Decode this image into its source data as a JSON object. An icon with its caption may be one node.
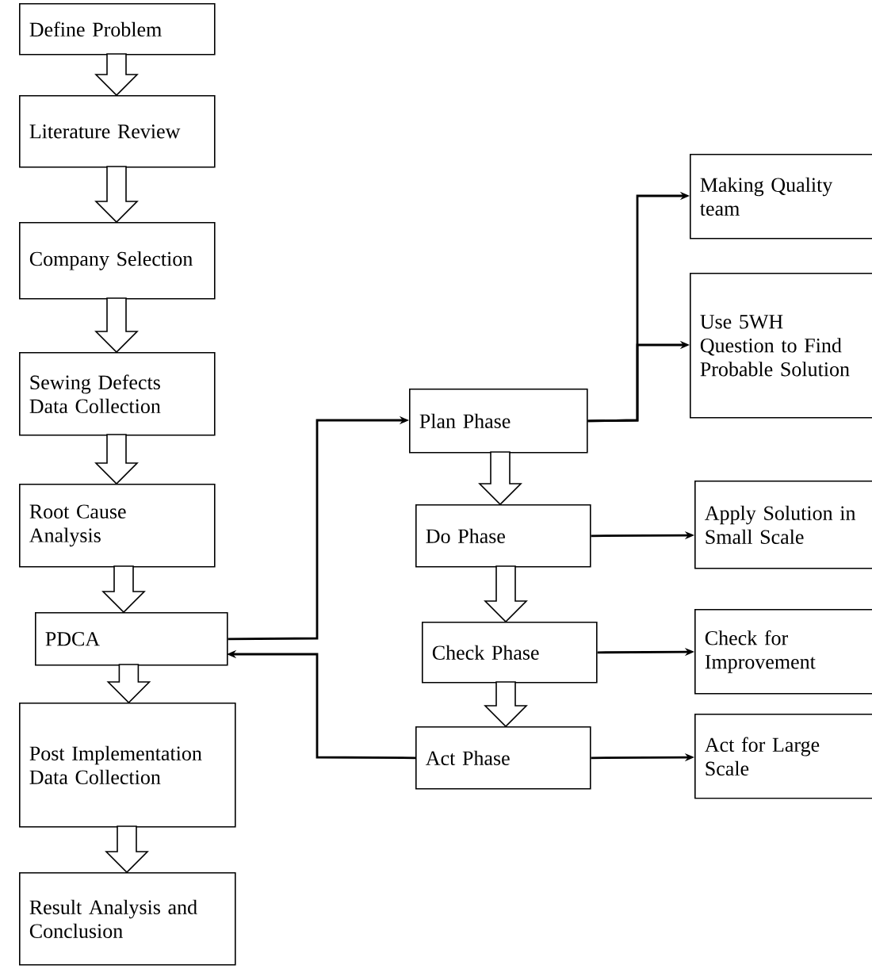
{
  "diagram": {
    "nodes": [
      {
        "text": [
          "Define Problem"
        ]
      },
      {
        "text": [
          "Literature Review"
        ]
      },
      {
        "text": [
          "Company Selection"
        ]
      },
      {
        "text": [
          "Sewing Defects Data Collection"
        ]
      },
      {
        "text": [
          "Root Cause Analysis"
        ]
      },
      {
        "text": [
          "PDCA"
        ]
      },
      {
        "text": [
          "Post Implementation Data Collection"
        ]
      },
      {
        "text": [
          "Result Analysis and Conclusion"
        ]
      },
      {
        "text": [
          "Plan Phase"
        ]
      },
      {
        "text": [
          "Do Phase"
        ]
      },
      {
        "text": [
          "Check Phase"
        ]
      },
      {
        "text": [
          "Act Phase"
        ]
      },
      {
        "text": [
          "Making Quality team"
        ]
      },
      {
        "text": [
          "Use 5WH Question to Find Probable Solution"
        ]
      },
      {
        "text": [
          "Apply Solution in Small Scale"
        ]
      },
      {
        "text": [
          "Check for Improvement"
        ]
      },
      {
        "text": [
          "Act for Large Scale"
        ]
      }
    ],
    "edges": [
      {
        "from": 0,
        "to": 1,
        "arrow": "to"
      },
      {
        "from": 1,
        "to": 2,
        "arrow": "to"
      },
      {
        "from": 2,
        "to": 3,
        "arrow": "to"
      },
      {
        "from": 3,
        "to": 4,
        "arrow": "to"
      },
      {
        "from": 4,
        "to": 5,
        "arrow": "to"
      },
      {
        "from": 5,
        "to": 6,
        "arrow": "to"
      },
      {
        "from": 6,
        "to": 7,
        "arrow": "to"
      },
      {
        "from": 8,
        "to": 9,
        "arrow": "to"
      },
      {
        "from": 9,
        "to": 10,
        "arrow": "to"
      },
      {
        "from": 10,
        "to": 11,
        "arrow": "to"
      },
      {
        "from": 5,
        "to": 8,
        "arrow": "to"
      },
      {
        "from": 11,
        "to": 5,
        "arrow": "to"
      },
      {
        "from": 8,
        "to": 12,
        "arrow": "to"
      },
      {
        "from": 8,
        "to": 13,
        "arrow": "to"
      },
      {
        "from": 9,
        "to": 14,
        "arrow": "to"
      },
      {
        "from": 10,
        "to": 15,
        "arrow": "to"
      },
      {
        "from": 11,
        "to": 16,
        "arrow": "to"
      }
    ]
  }
}
